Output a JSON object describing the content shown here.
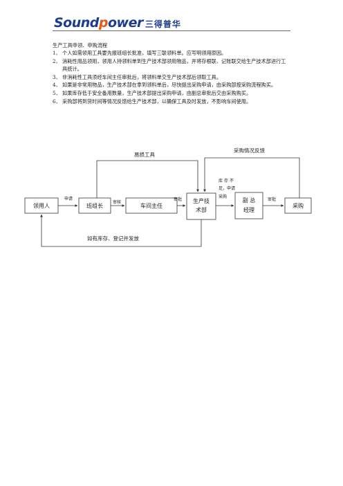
{
  "header": {
    "logo_brand_a": "Sound",
    "logo_brand_b": "p",
    "logo_brand_c": "ower",
    "logo_cn": "三得普华"
  },
  "document": {
    "title": "生产工具申领、申购流程",
    "steps": [
      {
        "num": "1、",
        "text": "个人如需领用工具要先报班组长批准，填写三联领料单。应写明领用原因。"
      },
      {
        "num": "2、",
        "text": "消耗性用品领用，领用人持领料单到生产技术部领用物品，并将存根联、记账联交给生产技术部进行工具统计。"
      },
      {
        "num": "3、",
        "text": "非消耗性工具须经车间主任审批后，将领料单交生产技术部后领取工具。"
      },
      {
        "num": "4、",
        "text": "如果是非常用物品，生产技术部在拿到领料单后，尽快提出采购申请，由采购部按采购流程购买。"
      },
      {
        "num": "5、",
        "text": "如果库存低于安全备用数量，生产技术部提出采购申请，由副总审批后交由采购购买。"
      },
      {
        "num": "6、",
        "text": "采购部将到货时间等情况反馈给生产技术部，以确保工具及时发放，不影响车间使用。"
      }
    ]
  },
  "flowchart": {
    "nodes": {
      "requester": "领用人",
      "team_leader": "班组长",
      "workshop_director": "车间主任",
      "tech_dept_line1": "生产技",
      "tech_dept_line2": "术部",
      "vp_line1": "副 总",
      "vp_line2": "经理",
      "purchasing": "采购"
    },
    "edges": {
      "apply": "申请",
      "review": "审核",
      "approve_1": "审批",
      "approve_2": "审批",
      "consumables": "易损工具",
      "feedback": "采购情况反馈",
      "stock_line1": "库 存 不",
      "stock_line2": "足，申请",
      "stock_line3": "采购",
      "issue": "如有库存、登记并发放"
    }
  }
}
